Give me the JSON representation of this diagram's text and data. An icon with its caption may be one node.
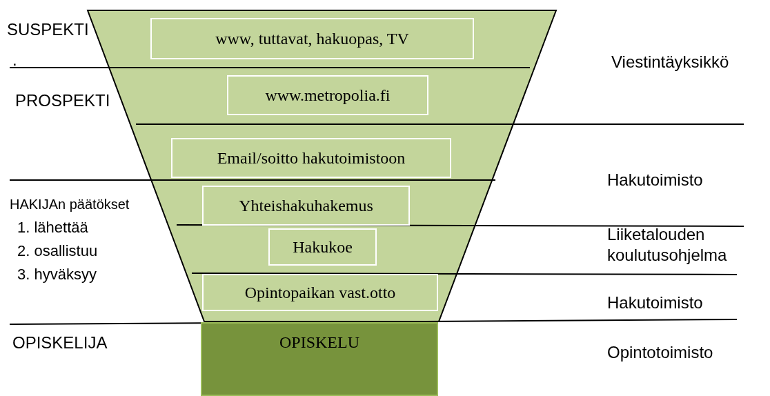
{
  "diagram": {
    "nodes": [
      {
        "text": [
          "www, tuttavat, hakuopas, TV"
        ]
      },
      {
        "text": [
          "www.metropolia.fi"
        ]
      },
      {
        "text": [
          "Email/soitto hakutoimistoon"
        ]
      },
      {
        "text": [
          "Yhteishakuhakemus"
        ]
      },
      {
        "text": [
          "Hakukoe"
        ]
      },
      {
        "text": [
          "Opintopaikan vast.otto"
        ]
      },
      {
        "text": [
          "OPISKELU"
        ]
      }
    ],
    "edges": [],
    "labels": [
      "SUSPEKTI",
      ".",
      "Viestintäyksikkö",
      "PROSPEKTI",
      "Hakutoimisto",
      "HAKIJAn päätökset",
      "1. lähettää",
      "Liiketalouden koulutusohjelma",
      "2. osallistuu",
      "3. hyväksyy",
      "Hakutoimisto",
      "OPISKELIJA",
      "Opintotoimisto"
    ]
  }
}
